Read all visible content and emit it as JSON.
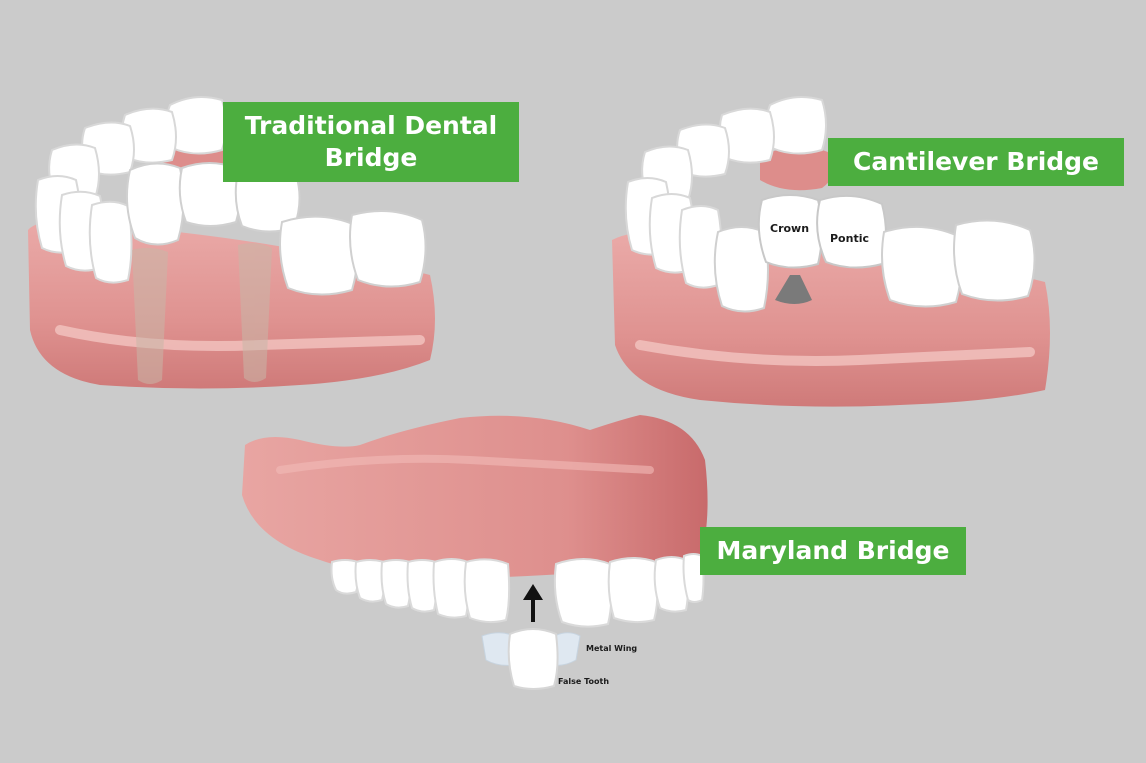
{
  "labels": {
    "traditional_line1": "Traditional Dental",
    "traditional_line2": "Bridge",
    "cantilever": "Cantilever Bridge",
    "maryland": "Maryland Bridge"
  },
  "annotations": {
    "crown": "Crown",
    "pontic": "Pontic",
    "metal_wing": "Metal Wing",
    "false_tooth": "False Tooth"
  },
  "colors": {
    "background": "#cbcbcb",
    "label_green": "#4cae3f",
    "gum_pink": "#e39a98",
    "gum_dark": "#c9706f",
    "tooth_white": "#ffffff",
    "abutment_gray": "#7a7a7a"
  }
}
